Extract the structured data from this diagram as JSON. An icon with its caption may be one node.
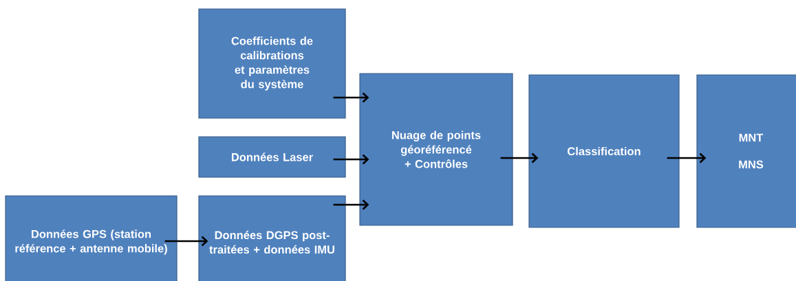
{
  "diagram": {
    "nodes": [
      {
        "text": [
          "Coefficients de calibrations et paramètres du système"
        ]
      },
      {
        "text": [
          "Données Laser"
        ]
      },
      {
        "text": [
          "Données GPS (station référence + antenne mobile)"
        ]
      },
      {
        "text": [
          "Données DGPS post-traitées + données IMU"
        ]
      },
      {
        "text": [
          "Nuage de points géoréférencé + Contrôles"
        ]
      },
      {
        "text": [
          "Classification"
        ]
      },
      {
        "text": [
          "MNT",
          "MNS"
        ]
      }
    ],
    "edges": [
      {
        "from": 0,
        "to": 4,
        "arrow": "to"
      },
      {
        "from": 1,
        "to": 4,
        "arrow": "to"
      },
      {
        "from": 3,
        "to": 4,
        "arrow": "to"
      },
      {
        "from": 2,
        "to": 3,
        "arrow": "to"
      },
      {
        "from": 4,
        "to": 5,
        "arrow": "to"
      },
      {
        "from": 5,
        "to": 6,
        "arrow": "to"
      }
    ]
  }
}
